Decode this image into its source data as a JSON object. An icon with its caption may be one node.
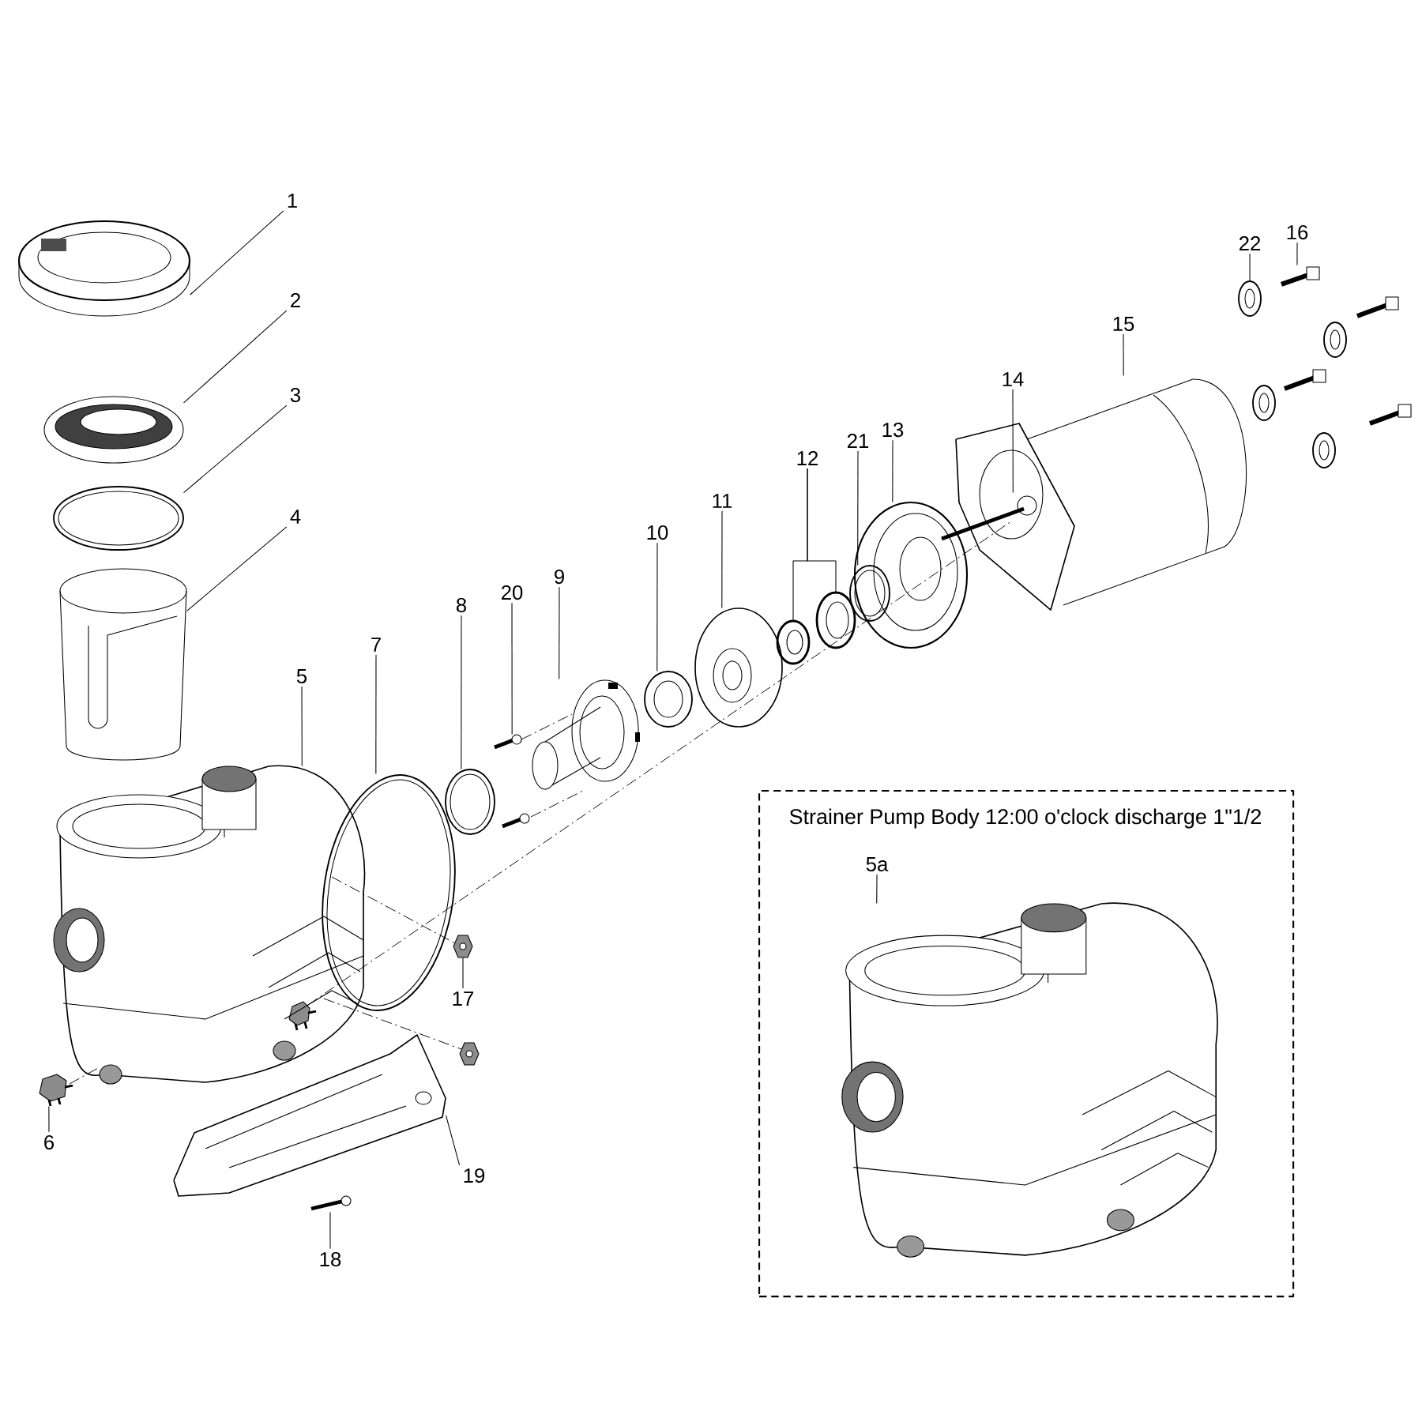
{
  "diagram": {
    "nodes": [
      {
        "text": [
          "1"
        ]
      },
      {
        "text": [],
        "shape": "picture"
      },
      {
        "text": [
          "2"
        ]
      },
      {
        "text": [],
        "shape": "picture"
      },
      {
        "text": [
          "3"
        ]
      },
      {
        "text": [],
        "shape": "picture"
      },
      {
        "text": [
          "4"
        ]
      },
      {
        "text": [],
        "shape": "picture"
      },
      {
        "text": [
          "5"
        ]
      },
      {
        "text": [],
        "shape": "picture"
      },
      {
        "text": [
          "6"
        ]
      },
      {
        "text": [],
        "shape": "picture"
      },
      {
        "text": [
          "7"
        ]
      },
      {
        "text": [],
        "shape": "picture"
      },
      {
        "text": [
          "8"
        ]
      },
      {
        "text": [],
        "shape": "picture"
      },
      {
        "text": [
          "20"
        ]
      },
      {
        "text": [],
        "shape": "picture"
      },
      {
        "text": [
          "9"
        ]
      },
      {
        "text": [],
        "shape": "picture"
      },
      {
        "text": [
          "10"
        ]
      },
      {
        "text": [],
        "shape": "picture"
      },
      {
        "text": [
          "11"
        ]
      },
      {
        "text": [],
        "shape": "picture"
      },
      {
        "text": [
          "12"
        ]
      },
      {
        "text": [],
        "shape": "picture"
      },
      {
        "text": [],
        "shape": "picture"
      },
      {
        "text": [
          "21"
        ]
      },
      {
        "text": [],
        "shape": "picture"
      },
      {
        "text": [
          "13"
        ]
      },
      {
        "text": [],
        "shape": "picture"
      },
      {
        "text": [
          "14"
        ]
      },
      {
        "text": [],
        "shape": "picture"
      },
      {
        "text": [
          "15"
        ]
      },
      {
        "text": [],
        "shape": "picture"
      },
      {
        "text": [
          "22"
        ]
      },
      {
        "text": [],
        "shape": "picture"
      },
      {
        "text": [
          "16"
        ]
      },
      {
        "text": [],
        "shape": "picture"
      },
      {
        "text": [
          "17"
        ]
      },
      {
        "text": [],
        "shape": "picture"
      },
      {
        "text": [
          "19"
        ]
      },
      {
        "text": [],
        "shape": "picture"
      },
      {
        "text": [
          "18"
        ]
      },
      {
        "text": [],
        "shape": "picture"
      },
      {
        "text": [
          "Strainer Pump Body 12:00 o'clock discharge 1\"1/2"
        ]
      },
      {
        "text": [
          "5a"
        ],
        "in": 45
      },
      {
        "text": [],
        "shape": "picture",
        "in": 45
      }
    ],
    "edges": [
      {
        "from": 0,
        "to": 1,
        "arrow": "none"
      },
      {
        "from": 2,
        "to": 3,
        "arrow": "none"
      },
      {
        "from": 4,
        "to": 5,
        "arrow": "none"
      },
      {
        "from": 6,
        "to": 7,
        "arrow": "none"
      },
      {
        "from": 8,
        "to": 9,
        "arrow": "none"
      },
      {
        "from": 10,
        "to": 11,
        "arrow": "none"
      },
      {
        "from": 12,
        "to": 13,
        "arrow": "none"
      },
      {
        "from": 14,
        "to": 15,
        "arrow": "none"
      },
      {
        "from": 16,
        "to": 17,
        "arrow": "none"
      },
      {
        "from": 18,
        "to": 19,
        "arrow": "none"
      },
      {
        "from": 20,
        "to": 21,
        "arrow": "none"
      },
      {
        "from": 22,
        "to": 23,
        "arrow": "none"
      },
      {
        "from": 24,
        "to": 25,
        "arrow": "none"
      },
      {
        "from": 24,
        "to": 26,
        "arrow": "none"
      },
      {
        "from": 27,
        "to": 28,
        "arrow": "none"
      },
      {
        "from": 29,
        "to": 30,
        "arrow": "none"
      },
      {
        "from": 31,
        "to": 32,
        "arrow": "none"
      },
      {
        "from": 33,
        "to": 34,
        "arrow": "none"
      },
      {
        "from": 35,
        "to": 36,
        "arrow": "none"
      },
      {
        "from": 37,
        "to": 38,
        "arrow": "none"
      },
      {
        "from": 39,
        "to": 40,
        "arrow": "none"
      },
      {
        "from": 41,
        "to": 42,
        "arrow": "none"
      },
      {
        "from": 43,
        "to": 44,
        "arrow": "none"
      },
      {
        "from": 46,
        "to": 47,
        "arrow": "none"
      }
    ]
  }
}
